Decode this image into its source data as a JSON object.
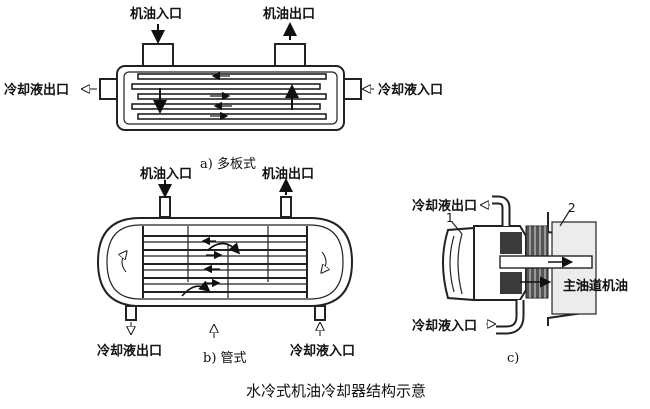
{
  "figure_a": {
    "oil_in": "机油入口",
    "oil_out": "机油出口",
    "coolant_out": "冷却液出口",
    "coolant_in": "冷却液入口",
    "caption": "a) 多板式"
  },
  "figure_b": {
    "oil_in": "机油入口",
    "oil_out": "机油出口",
    "coolant_out": "冷却液出口",
    "coolant_in": "冷却液入口",
    "caption": "b) 管式"
  },
  "figure_c": {
    "coolant_out": "冷却液出口",
    "coolant_in": "冷却液入口",
    "main_gallery": "主油道机油",
    "part_1": "1",
    "part_2": "2",
    "caption": "c)"
  },
  "title": "水冷式机油冷却器结构示意"
}
